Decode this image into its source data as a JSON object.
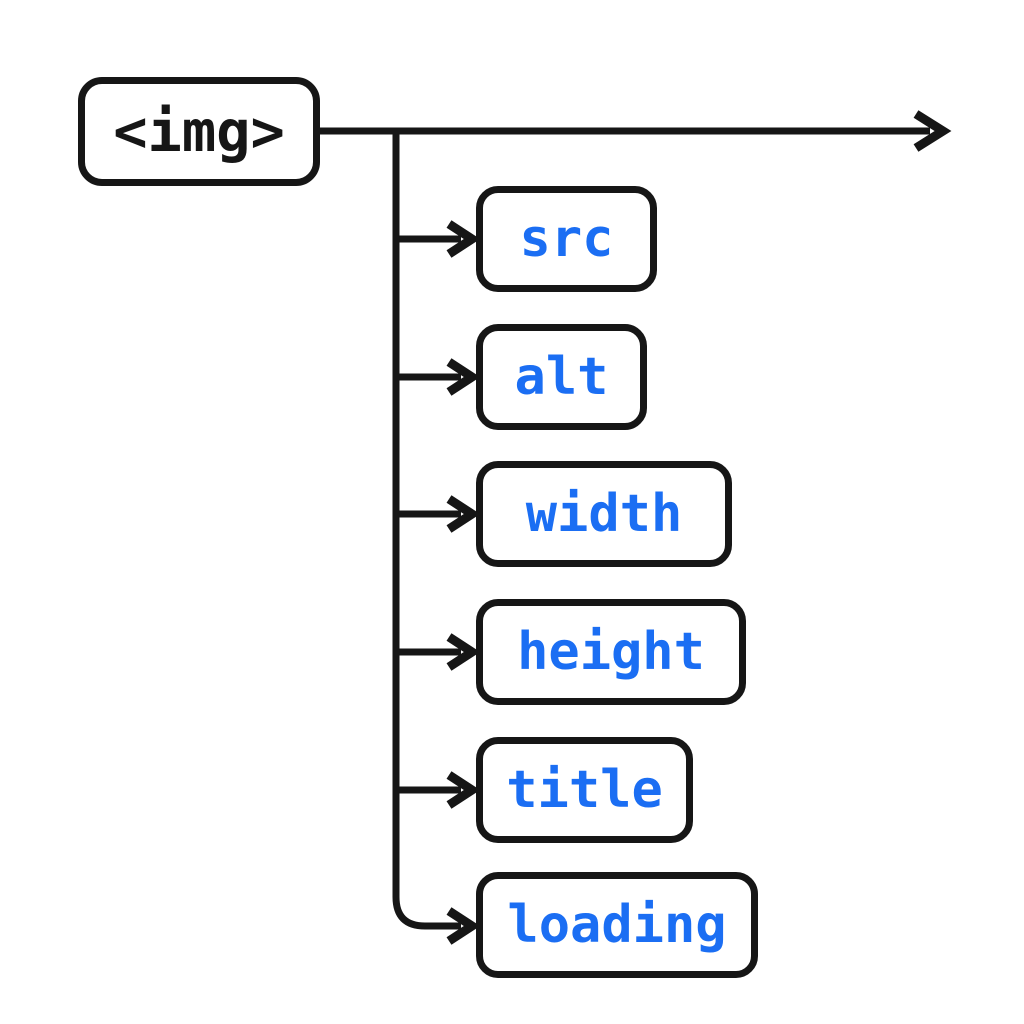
{
  "diagram": {
    "title_hint": "img element attributes syntax diagram",
    "root": {
      "label": "<img>"
    },
    "attributes": [
      {
        "label": "src"
      },
      {
        "label": "alt"
      },
      {
        "label": "width"
      },
      {
        "label": "height"
      },
      {
        "label": "title"
      },
      {
        "label": "loading"
      }
    ],
    "colors": {
      "background": "#ffffff",
      "line": "#161616",
      "box_border": "#161616",
      "root_text": "#161616",
      "attribute_text": "#1b6ef3"
    }
  }
}
